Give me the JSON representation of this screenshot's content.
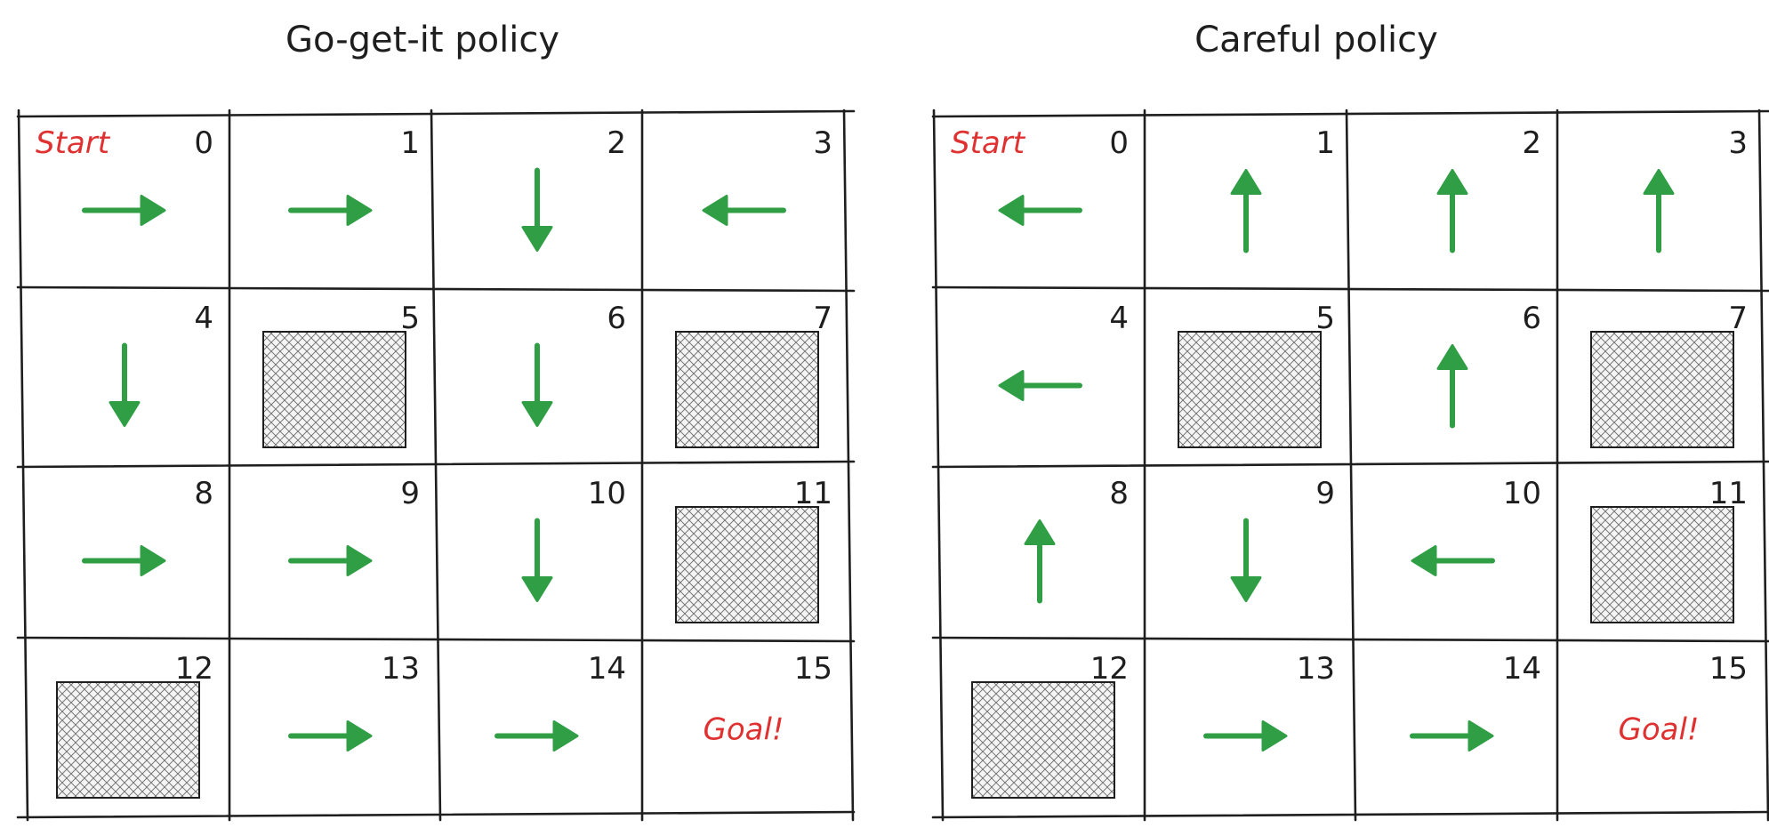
{
  "colors": {
    "ink": "#1e1e1e",
    "arrow": "#2f9e44",
    "label": "#e03131",
    "hatch": "#6b6b6b"
  },
  "grids": [
    {
      "title": "Go-get-it policy",
      "start_label": "Start",
      "goal_label": "Goal!",
      "cells": [
        {
          "n": "0",
          "action": "right"
        },
        {
          "n": "1",
          "action": "right"
        },
        {
          "n": "2",
          "action": "down"
        },
        {
          "n": "3",
          "action": "left"
        },
        {
          "n": "4",
          "action": "down"
        },
        {
          "n": "5",
          "action": "wall"
        },
        {
          "n": "6",
          "action": "down"
        },
        {
          "n": "7",
          "action": "wall"
        },
        {
          "n": "8",
          "action": "right"
        },
        {
          "n": "9",
          "action": "right"
        },
        {
          "n": "10",
          "action": "down"
        },
        {
          "n": "11",
          "action": "wall"
        },
        {
          "n": "12",
          "action": "wall"
        },
        {
          "n": "13",
          "action": "right"
        },
        {
          "n": "14",
          "action": "right"
        },
        {
          "n": "15",
          "action": "goal"
        }
      ]
    },
    {
      "title": "Careful policy",
      "start_label": "Start",
      "goal_label": "Goal!",
      "cells": [
        {
          "n": "0",
          "action": "left"
        },
        {
          "n": "1",
          "action": "up"
        },
        {
          "n": "2",
          "action": "up"
        },
        {
          "n": "3",
          "action": "up"
        },
        {
          "n": "4",
          "action": "left"
        },
        {
          "n": "5",
          "action": "wall"
        },
        {
          "n": "6",
          "action": "up"
        },
        {
          "n": "7",
          "action": "wall"
        },
        {
          "n": "8",
          "action": "up"
        },
        {
          "n": "9",
          "action": "down"
        },
        {
          "n": "10",
          "action": "left"
        },
        {
          "n": "11",
          "action": "wall"
        },
        {
          "n": "12",
          "action": "wall"
        },
        {
          "n": "13",
          "action": "right"
        },
        {
          "n": "14",
          "action": "right"
        },
        {
          "n": "15",
          "action": "goal"
        }
      ]
    }
  ]
}
